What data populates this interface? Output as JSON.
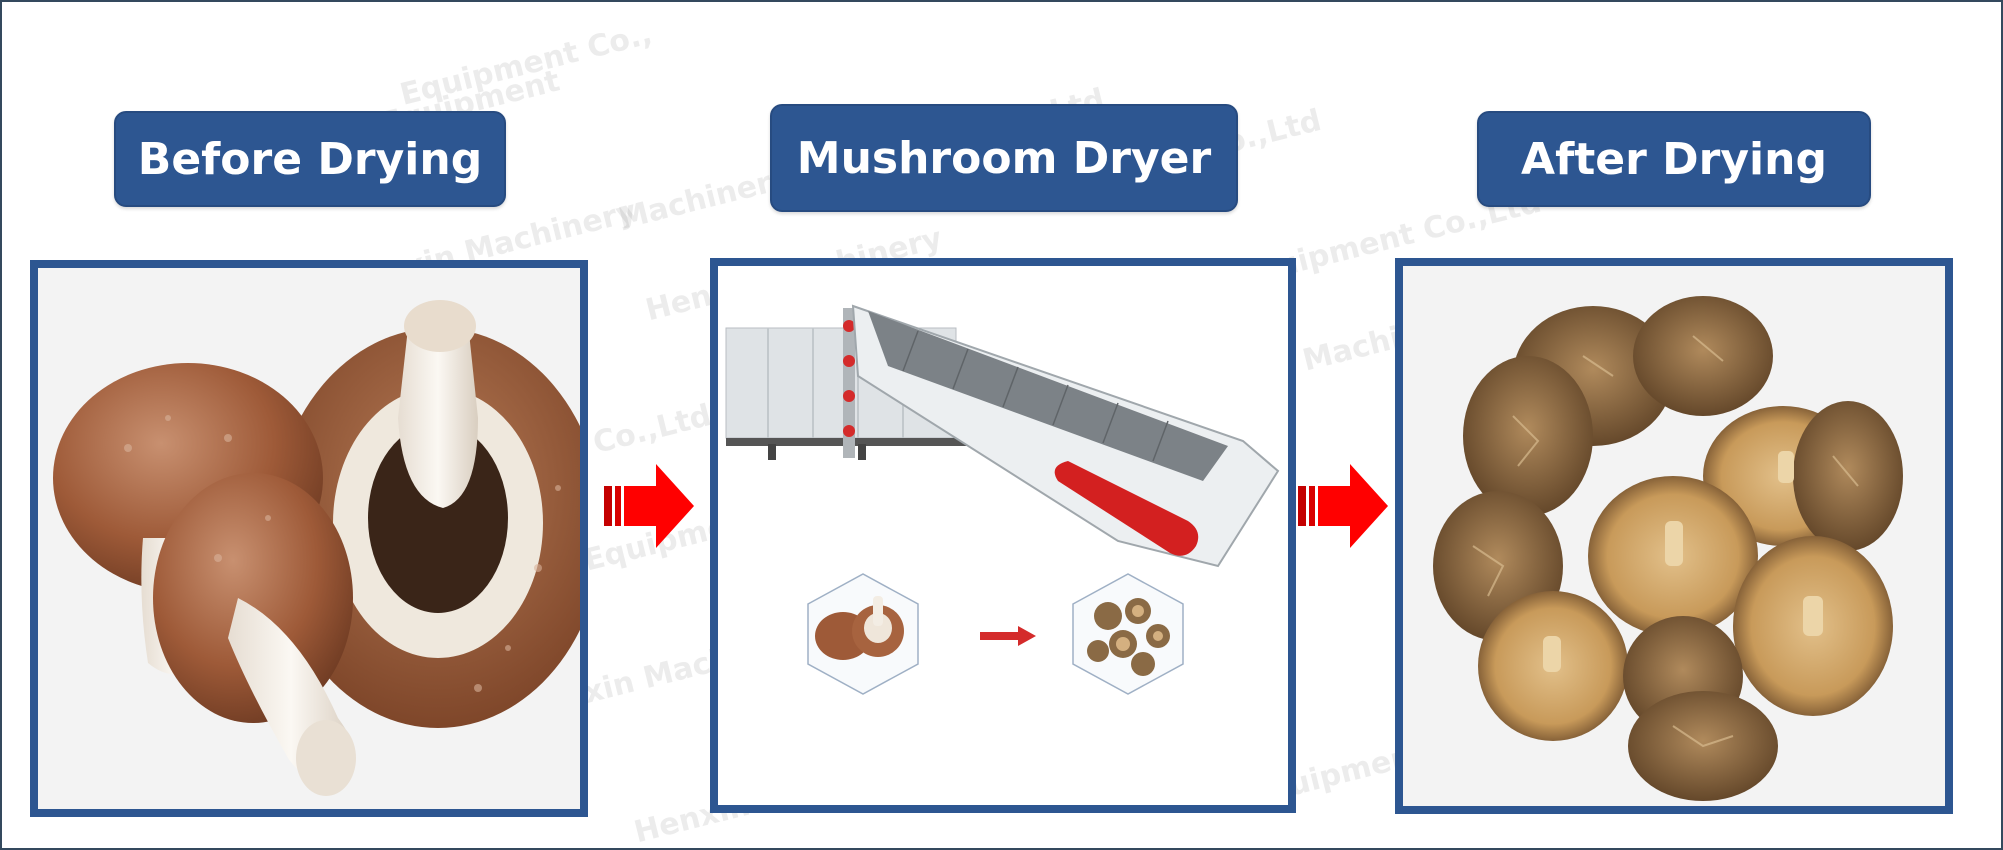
{
  "labels": {
    "before": "Before Drying",
    "machine": "Mushroom Dryer",
    "after": "After Drying"
  },
  "watermarks": [
    "Equipment Co.,",
    "Heng Equipment",
    "Machinery Equipment Co.,Ltd",
    "xin Machinery",
    "Co.,Ltd",
    "Henxin Machinery",
    "Equipment Co.,Ltd",
    "Machi",
    "Co.,Ltd",
    "Equipment",
    "xin Machi",
    "uipment",
    "Henxin Mac"
  ],
  "colors": {
    "label_bg": "#2d5691",
    "panel_border": "#2d5691",
    "arrow": "#ff0000"
  },
  "icons": {
    "arrow": "right-arrow-icon",
    "fresh": "fresh-mushroom-icon",
    "dried": "dried-mushroom-icon",
    "dryer": "belt-dryer-icon"
  }
}
